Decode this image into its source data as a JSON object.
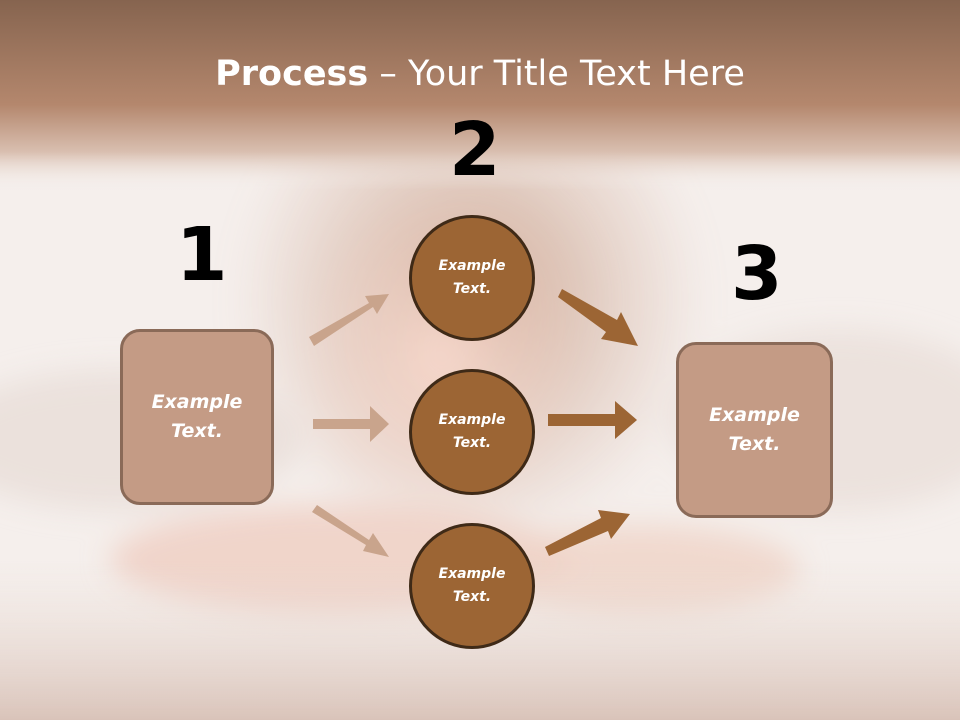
{
  "slide": {
    "title_bold": "Process",
    "title_rest": " – Your Title Text Here",
    "numbers": [
      "1",
      "2",
      "3"
    ],
    "left_box": "Example\nText.",
    "right_box": "Example\nText.",
    "circles": [
      "Example\nText.",
      "Example\nText.",
      "Example\nText."
    ]
  },
  "colors": {
    "header_band": "#a67c62",
    "box_fill": "#c49b85",
    "box_border": "#8a6a58",
    "circle_fill": "#9c6534",
    "circle_border": "#3f2a17",
    "arrow_light": "#c9a48c",
    "arrow_dark": "#9c6534"
  }
}
